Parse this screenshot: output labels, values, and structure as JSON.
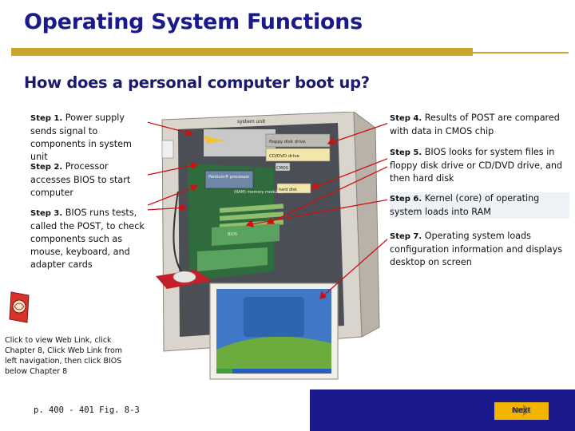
{
  "slide": {
    "title": "Operating System Functions",
    "subtitle": "How does a personal computer boot up?"
  },
  "steps": [
    {
      "label": "Step 1.",
      "text": " Power supply sends signal to components in system unit"
    },
    {
      "label": "Step 2.",
      "text": " Processor accesses BIOS to start computer"
    },
    {
      "label": "Step 3.",
      "text": " BIOS runs tests, called the POST, to check components such as mouse, keyboard, and adapter cards"
    },
    {
      "label": "Step 4.",
      "text": "  Results of POST are compared with data in CMOS chip"
    },
    {
      "label": "Step 5.",
      "text": " BIOS looks for system files in floppy disk drive or CD/DVD drive, and then hard disk"
    },
    {
      "label": "Step 6.",
      "text": " Kernel (core) of operating system loads into RAM"
    },
    {
      "label": "Step 7.",
      "text": " Operating system loads configuration information and displays desktop on screen"
    }
  ],
  "illustration": {
    "system_unit": "system unit",
    "floppy": "floppy disk drive",
    "cd_dvd": "CD/DVD drive",
    "cmos": "CMOS",
    "processor": "Pentium® processor",
    "ram": "(RAM) memory modules",
    "hard_disk": "hard disk",
    "bios": "BIOS"
  },
  "weblink": {
    "text": "Click to view Web Link, click Chapter 8, Click Web Link from left navigation, then click BIOS below Chapter 8"
  },
  "footer": {
    "page_ref": "p. 400 - 401 Fig. 8-3",
    "next_label": "Next"
  },
  "colors": {
    "title": "#1a1a8c",
    "rule": "#c8a52b",
    "bar": "#1a1a8c",
    "next_button": "#f2b400",
    "arrows": "#cc1111"
  }
}
